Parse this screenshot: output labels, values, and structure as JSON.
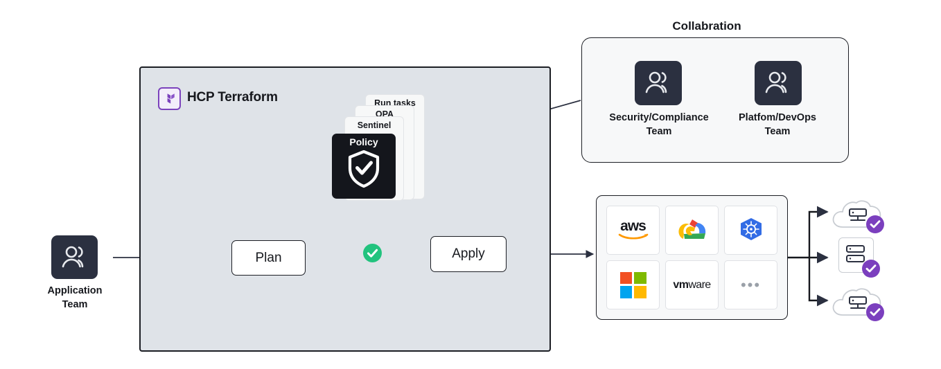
{
  "diagram": {
    "title": "HCP Terraform policy enforcement and collaboration workflow"
  },
  "hcp_panel": {
    "title": "HCP Terraform",
    "logo_icon": "terraform-logo-icon",
    "accent_color": "#7b42bc",
    "background_color": "#dfe3e8"
  },
  "policy_stack": {
    "cards": [
      {
        "label": "Run tasks"
      },
      {
        "label": "OPA"
      },
      {
        "label": "Sentinel"
      }
    ],
    "front_card": {
      "label": "Policy",
      "icon": "shield-check-icon",
      "background_color": "#14161c"
    }
  },
  "flow": {
    "plan_label": "Plan",
    "apply_label": "Apply",
    "status_icon": "check-circle-icon",
    "status_color": "#22c37e"
  },
  "application_team": {
    "label": "Application\nTeam",
    "label_line1": "Application",
    "label_line2": "Team",
    "icon": "people-icon"
  },
  "collaboration": {
    "title": "Collabration",
    "teams": [
      {
        "label_line1": "Security/Compliance",
        "label_line2": "Team",
        "icon": "people-icon"
      },
      {
        "label_line1": "Platfom/DevOps",
        "label_line2": "Team",
        "icon": "people-icon"
      }
    ]
  },
  "providers": {
    "items": [
      {
        "name": "aws",
        "icon": "aws-logo-icon",
        "label": "aws"
      },
      {
        "name": "google-cloud",
        "icon": "google-cloud-logo-icon",
        "label": ""
      },
      {
        "name": "kubernetes",
        "icon": "kubernetes-logo-icon",
        "label": ""
      },
      {
        "name": "microsoft",
        "icon": "microsoft-logo-icon",
        "label": ""
      },
      {
        "name": "vmware",
        "icon": "vmware-logo-icon",
        "label_bold": "vm",
        "label_rest": "ware"
      },
      {
        "name": "more",
        "icon": "ellipsis-icon",
        "label": "•••"
      }
    ]
  },
  "targets": {
    "badge_color": "#7b3fbe",
    "items": [
      {
        "name": "cloud-infrastructure",
        "icon": "cloud-server-icon",
        "badge": "check-badge-icon"
      },
      {
        "name": "on-prem-infrastructure",
        "icon": "server-stack-icon",
        "badge": "check-badge-icon"
      },
      {
        "name": "cloud-infrastructure-alt",
        "icon": "cloud-server-icon",
        "badge": "check-badge-icon"
      }
    ]
  }
}
